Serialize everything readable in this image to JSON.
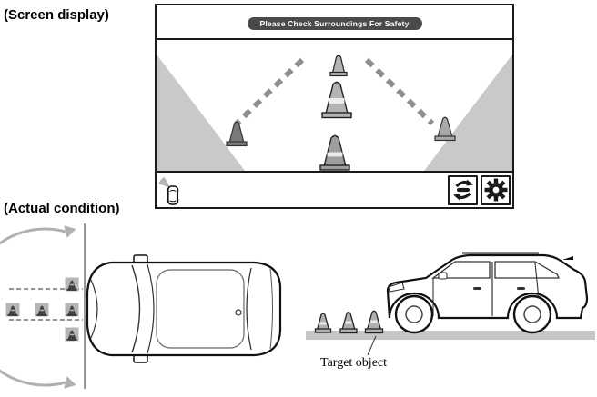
{
  "labels": {
    "screen_display": "(Screen display)",
    "actual_condition": "(Actual condition)"
  },
  "screen": {
    "banner_text": "Please Check Surroundings For Safety",
    "vehicle_indicator_icon": "vehicle-top-with-sensor-fan",
    "buttons": [
      {
        "name": "view-switch",
        "icon": "rotate-arrows-around-vehicle"
      },
      {
        "name": "settings",
        "icon": "gear"
      }
    ]
  },
  "annotations": {
    "target_object": "Target object"
  },
  "colors": {
    "screen_border": "#1a1a1a",
    "banner_bg": "#4a4a4a",
    "banner_text": "#ffffff",
    "camera_blind_area": "#c9c9c9",
    "guide_line_gray": "#8f8f8f",
    "cone_gray": "#b0b0b0",
    "detection_arc": "#b0b0b0",
    "ground": "#c6c6c6"
  }
}
